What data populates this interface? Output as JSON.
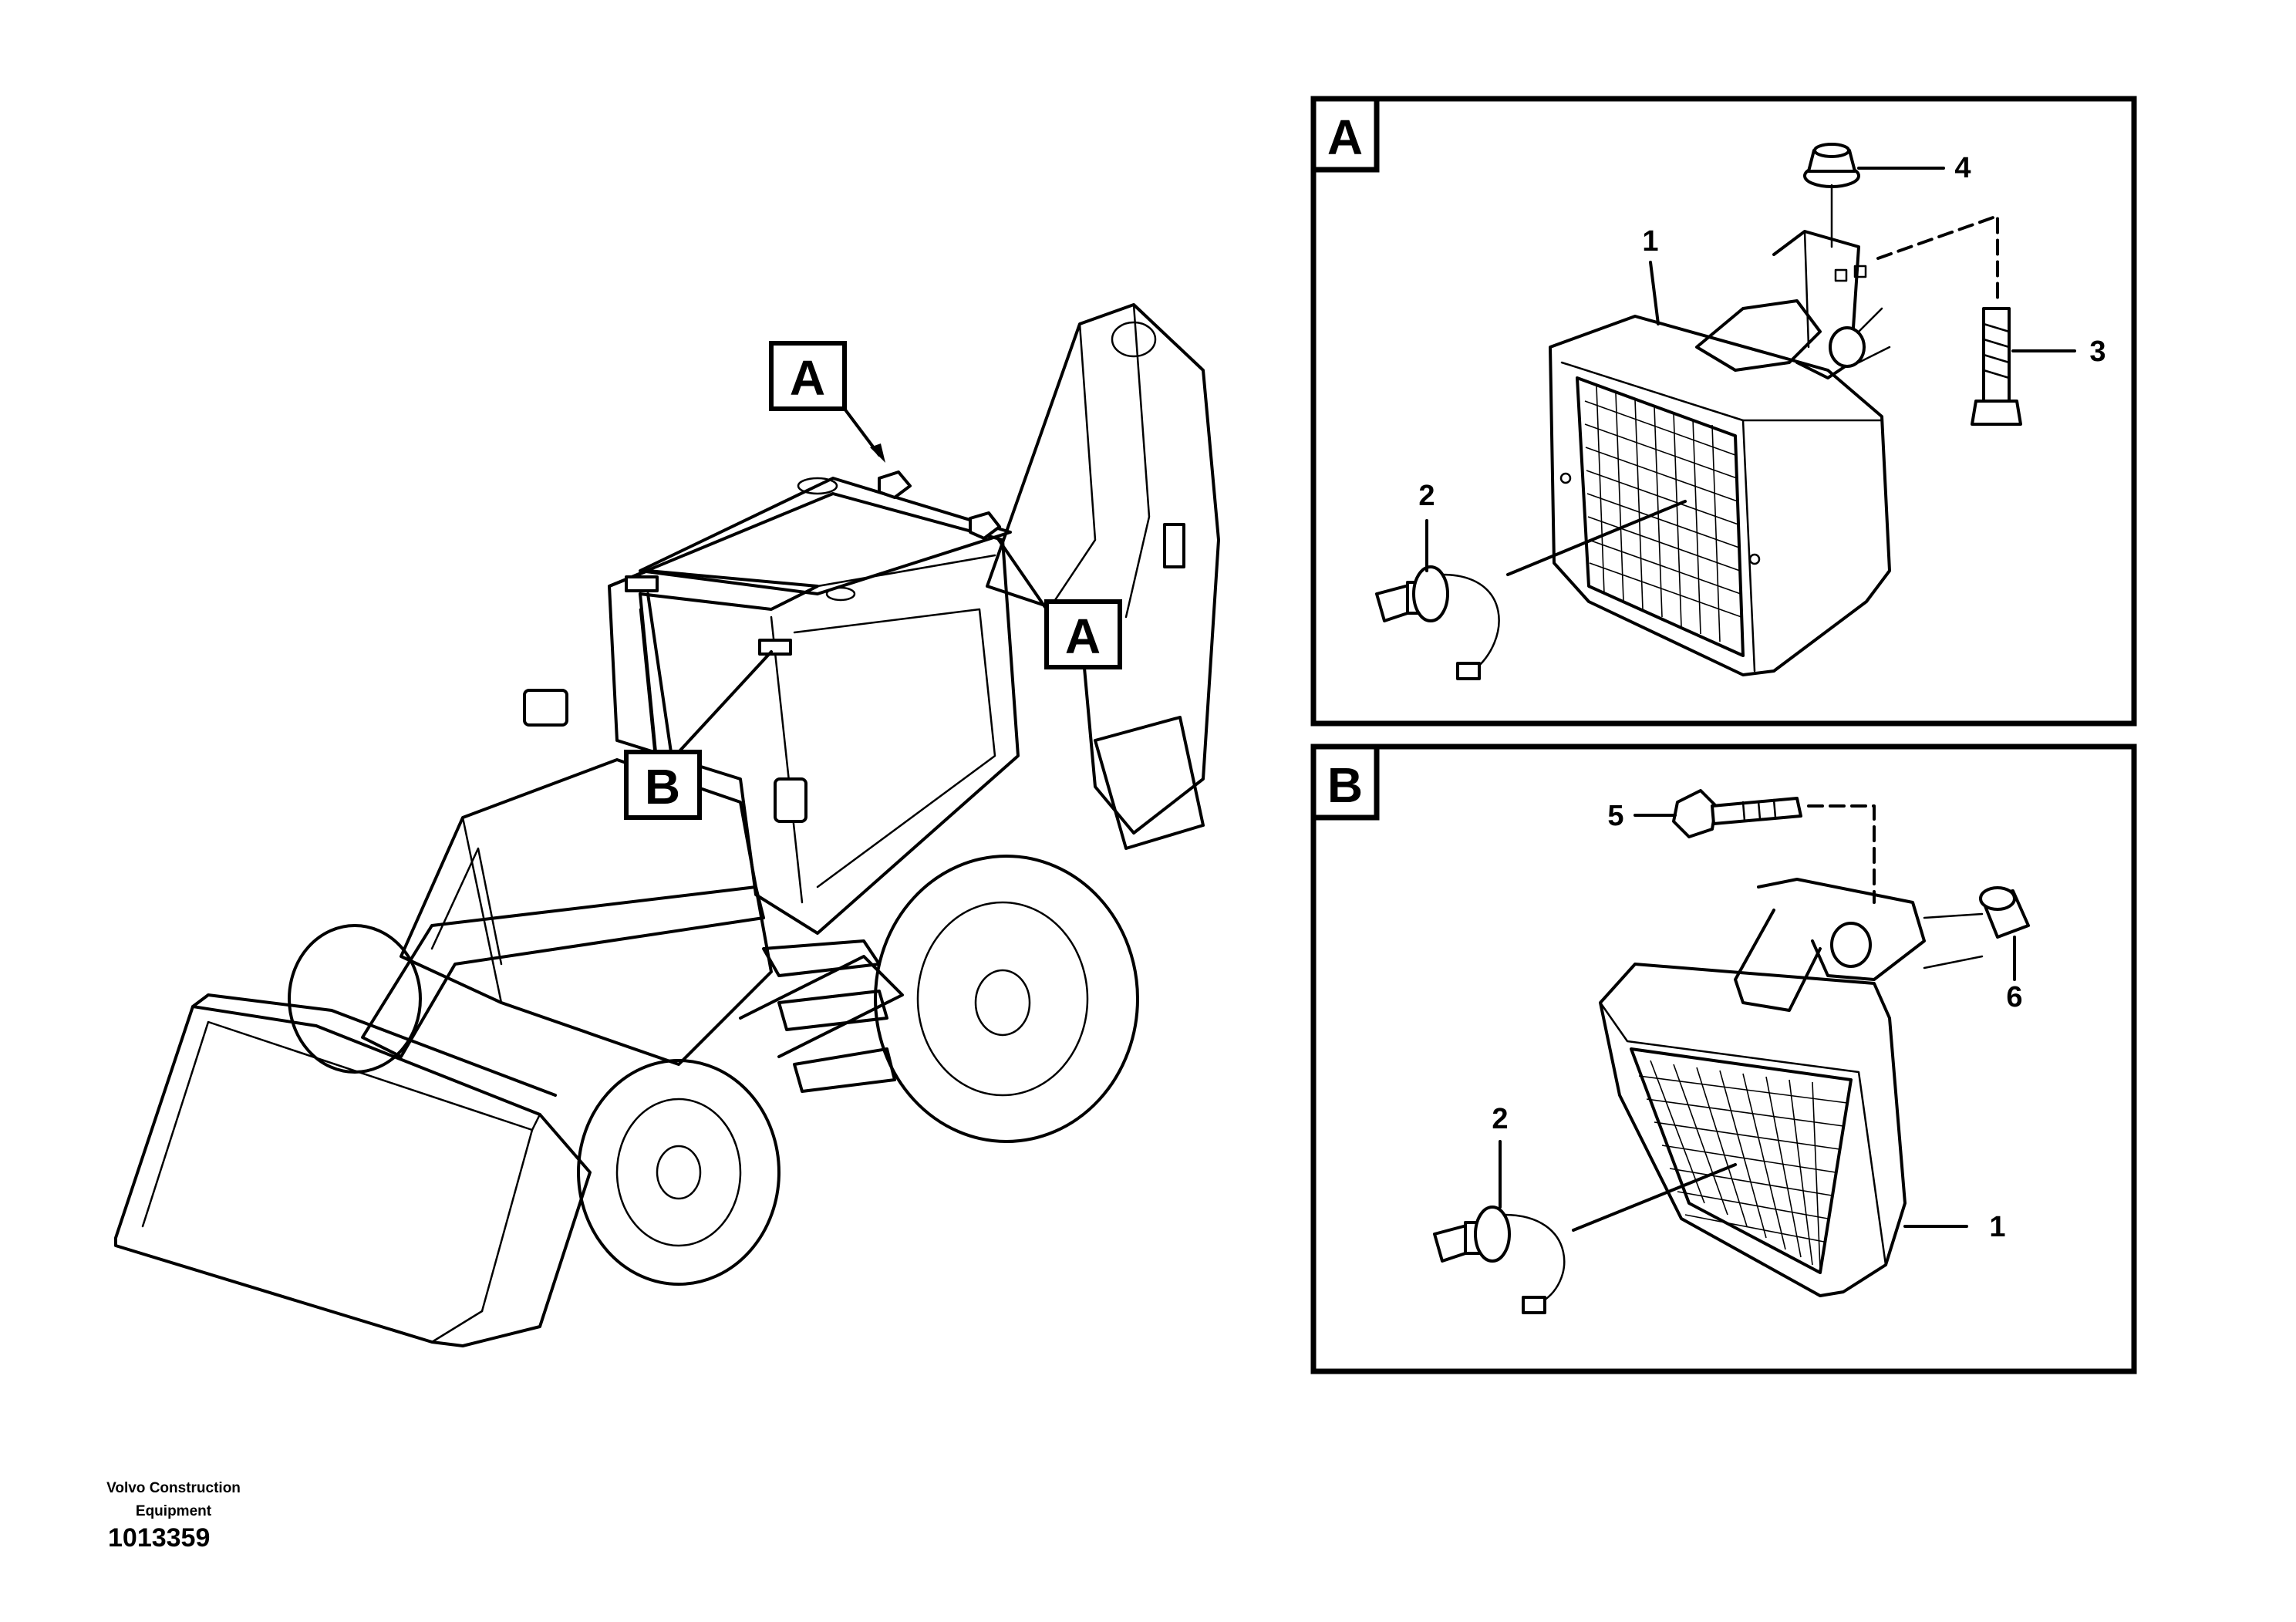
{
  "footer": {
    "brand": "Volvo Construction Equipment",
    "doc_number": "1013359"
  },
  "machine_callouts": {
    "a_top": "A",
    "a_right": "A",
    "b": "B"
  },
  "panel_a": {
    "label": "A",
    "items": {
      "lamp": "1",
      "bulb": "2",
      "bolt": "3",
      "nut": "4"
    }
  },
  "panel_b": {
    "label": "B",
    "items": {
      "bolt": "5",
      "bushing": "6",
      "bulb": "2",
      "lamp": "1"
    }
  }
}
